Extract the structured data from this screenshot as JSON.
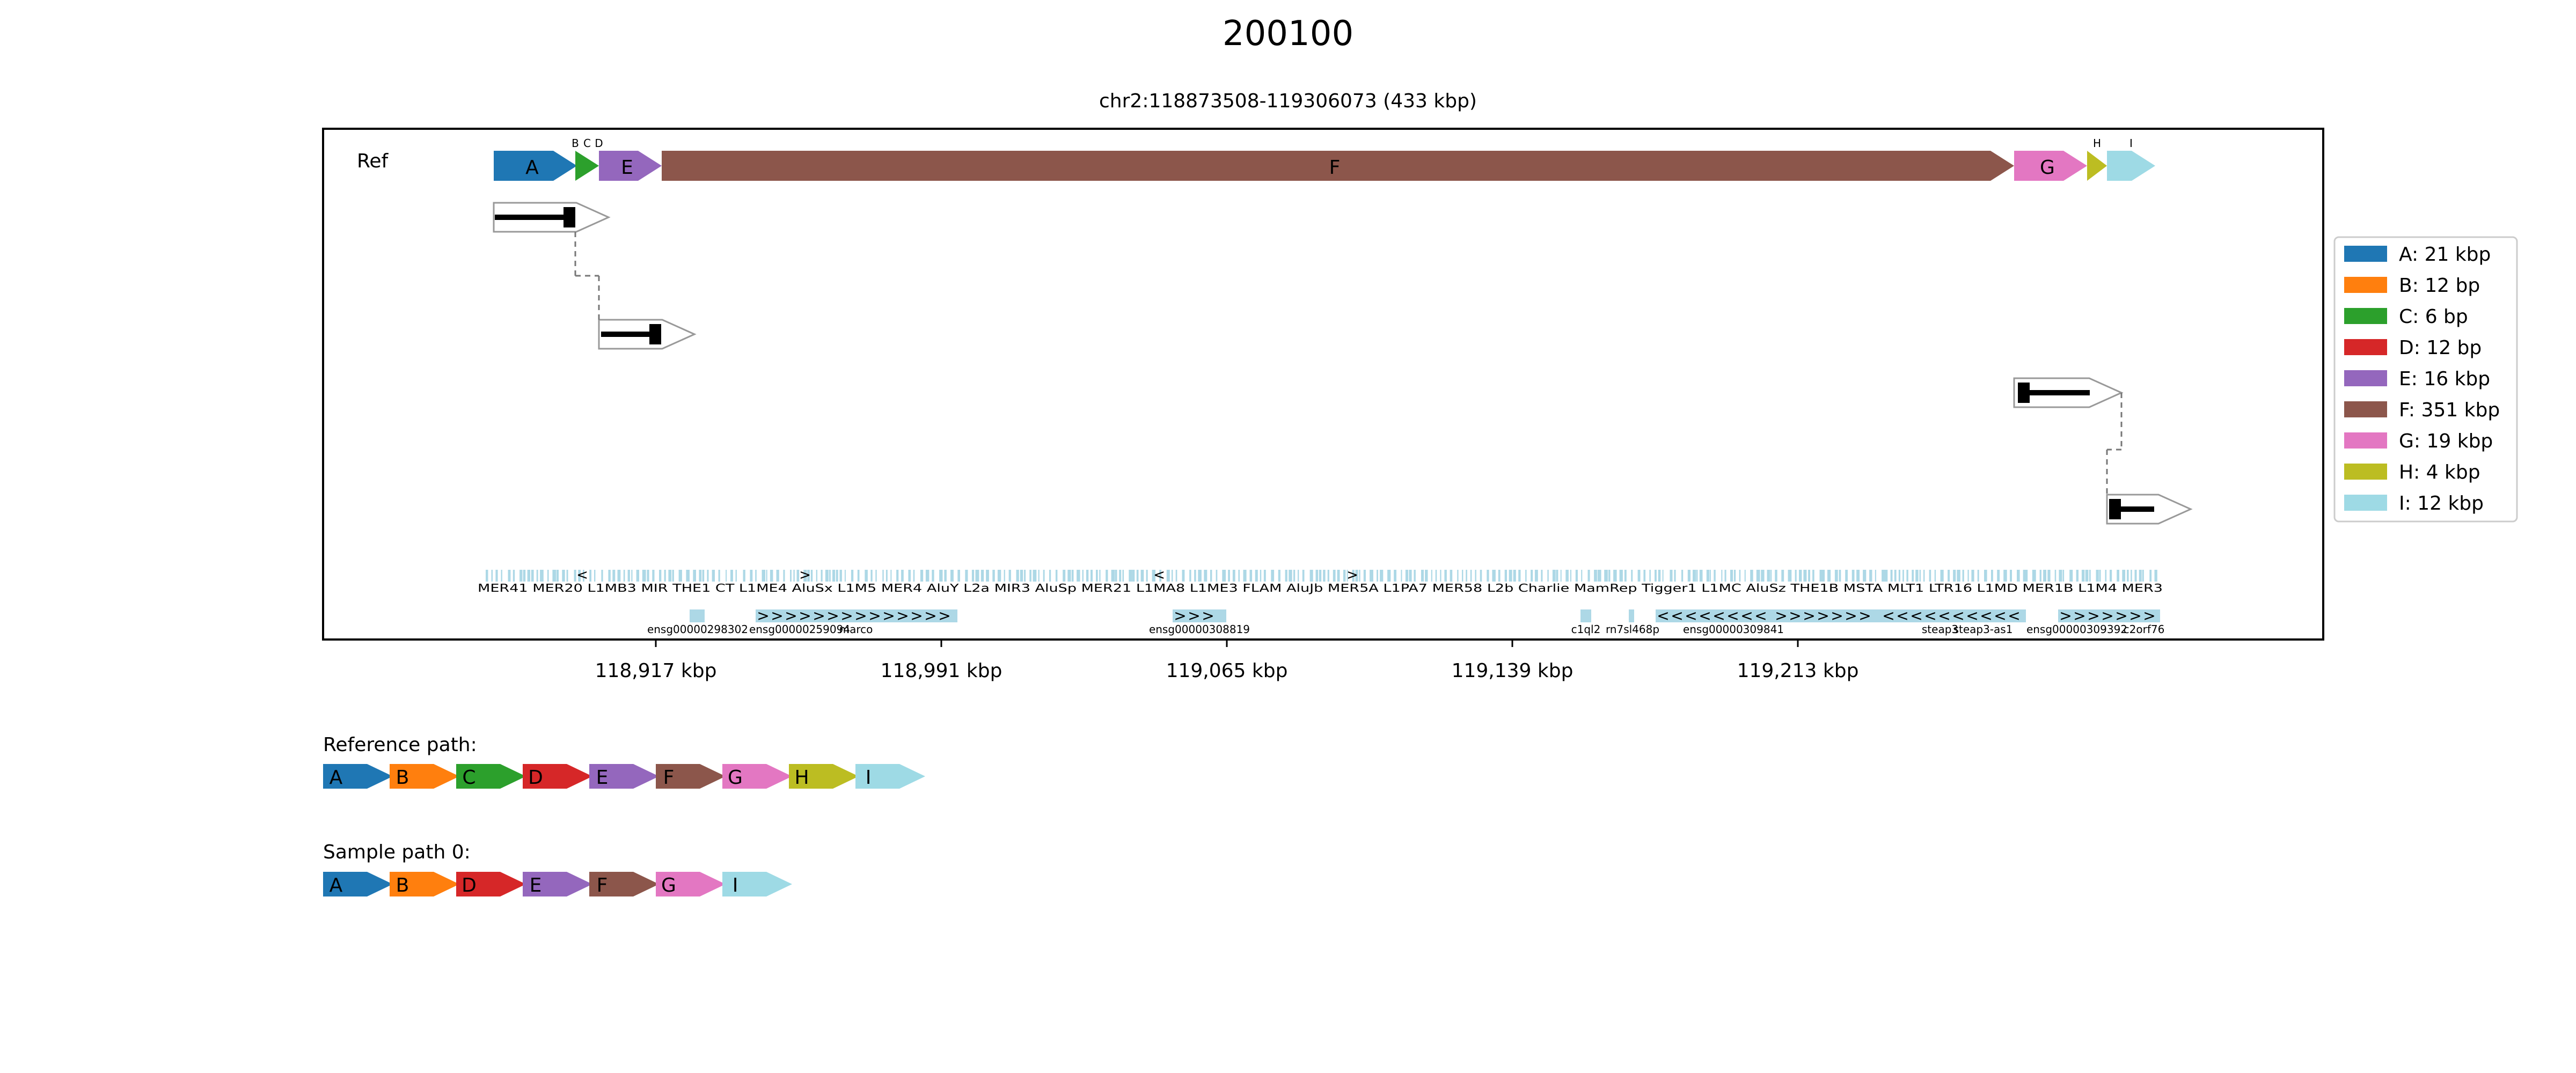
{
  "title": "200100",
  "subtitle": "chr2:118873508-119306073 (433 kbp)",
  "ref_label": "Ref",
  "segments": [
    {
      "id": "A",
      "color": "#1f77b4",
      "legend": "A: 21 kbp"
    },
    {
      "id": "B",
      "color": "#ff7f0e",
      "legend": "B: 12 bp"
    },
    {
      "id": "C",
      "color": "#2ca02c",
      "legend": "C: 6 bp"
    },
    {
      "id": "D",
      "color": "#d62728",
      "legend": "D: 12 bp"
    },
    {
      "id": "E",
      "color": "#9467bd",
      "legend": "E: 16 kbp"
    },
    {
      "id": "F",
      "color": "#8c564b",
      "legend": "F: 351 kbp"
    },
    {
      "id": "G",
      "color": "#e377c2",
      "legend": "G: 19 kbp"
    },
    {
      "id": "H",
      "color": "#bcbd22",
      "legend": "H: 4 kbp"
    },
    {
      "id": "I",
      "color": "#9edae5",
      "legend": "I: 12 kbp"
    }
  ],
  "x_axis": {
    "unit": "kbp",
    "ticks": [
      {
        "value": 118917,
        "label": "118,917 kbp"
      },
      {
        "value": 118991,
        "label": "118,991 kbp"
      },
      {
        "value": 119065,
        "label": "119,065 kbp"
      },
      {
        "value": 119139,
        "label": "119,139 kbp"
      },
      {
        "value": 119213,
        "label": "119,213 kbp"
      }
    ]
  },
  "gene_labels": [
    "ensg00000298302",
    "ensg00000259094",
    "marco",
    "ensg00000308819",
    "c1ql2",
    "rn7sl468p",
    "ensg00000309841",
    "steap3",
    "steap3-as1",
    "ensg00000309392",
    "c2orf76"
  ],
  "repeat_labels_text": "MER41 MER20 L1MB3 MIR THE1 CT L1ME4 AluSx L1M5 MER4 AluY L2a MIR3 AluSp MER21 L1MA8 L1ME3 FLAM AluJb MER5A L1PA7 MER58 L2b Charlie MamRep Tigger1 L1MC AluSz THE1B MSTA MLT1 LTR16 L1MD MER1B L1M4 MER3",
  "paths": [
    {
      "label": "Reference path:",
      "segments": [
        "A",
        "B",
        "C",
        "D",
        "E",
        "F",
        "G",
        "H",
        "I"
      ]
    },
    {
      "label": "Sample path 0:",
      "segments": [
        "A",
        "B",
        "D",
        "E",
        "F",
        "G",
        "I"
      ]
    }
  ]
}
